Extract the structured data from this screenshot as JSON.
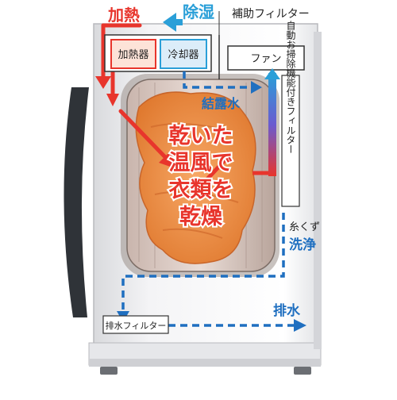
{
  "labels": {
    "heat": "加熱",
    "dehumidify": "除湿",
    "aux_filter": "補助フィルター",
    "heater": "加熱器",
    "cooler": "冷却器",
    "fan": "ファン",
    "condensation": "結露水",
    "self_clean_filter": "自動お掃除機能付きフィルター",
    "main_lines": [
      "乾いた",
      "温風で",
      "衣類を",
      "乾燥"
    ],
    "lint": "糸くず",
    "wash": "洗浄",
    "drain": "排水",
    "drain_filter": "排水フィルター"
  },
  "colors": {
    "heat_red": "#e8352c",
    "cool_blue": "#2a9fd8",
    "flow_blue": "#1f6fc0",
    "towel": "#f08a3c"
  }
}
